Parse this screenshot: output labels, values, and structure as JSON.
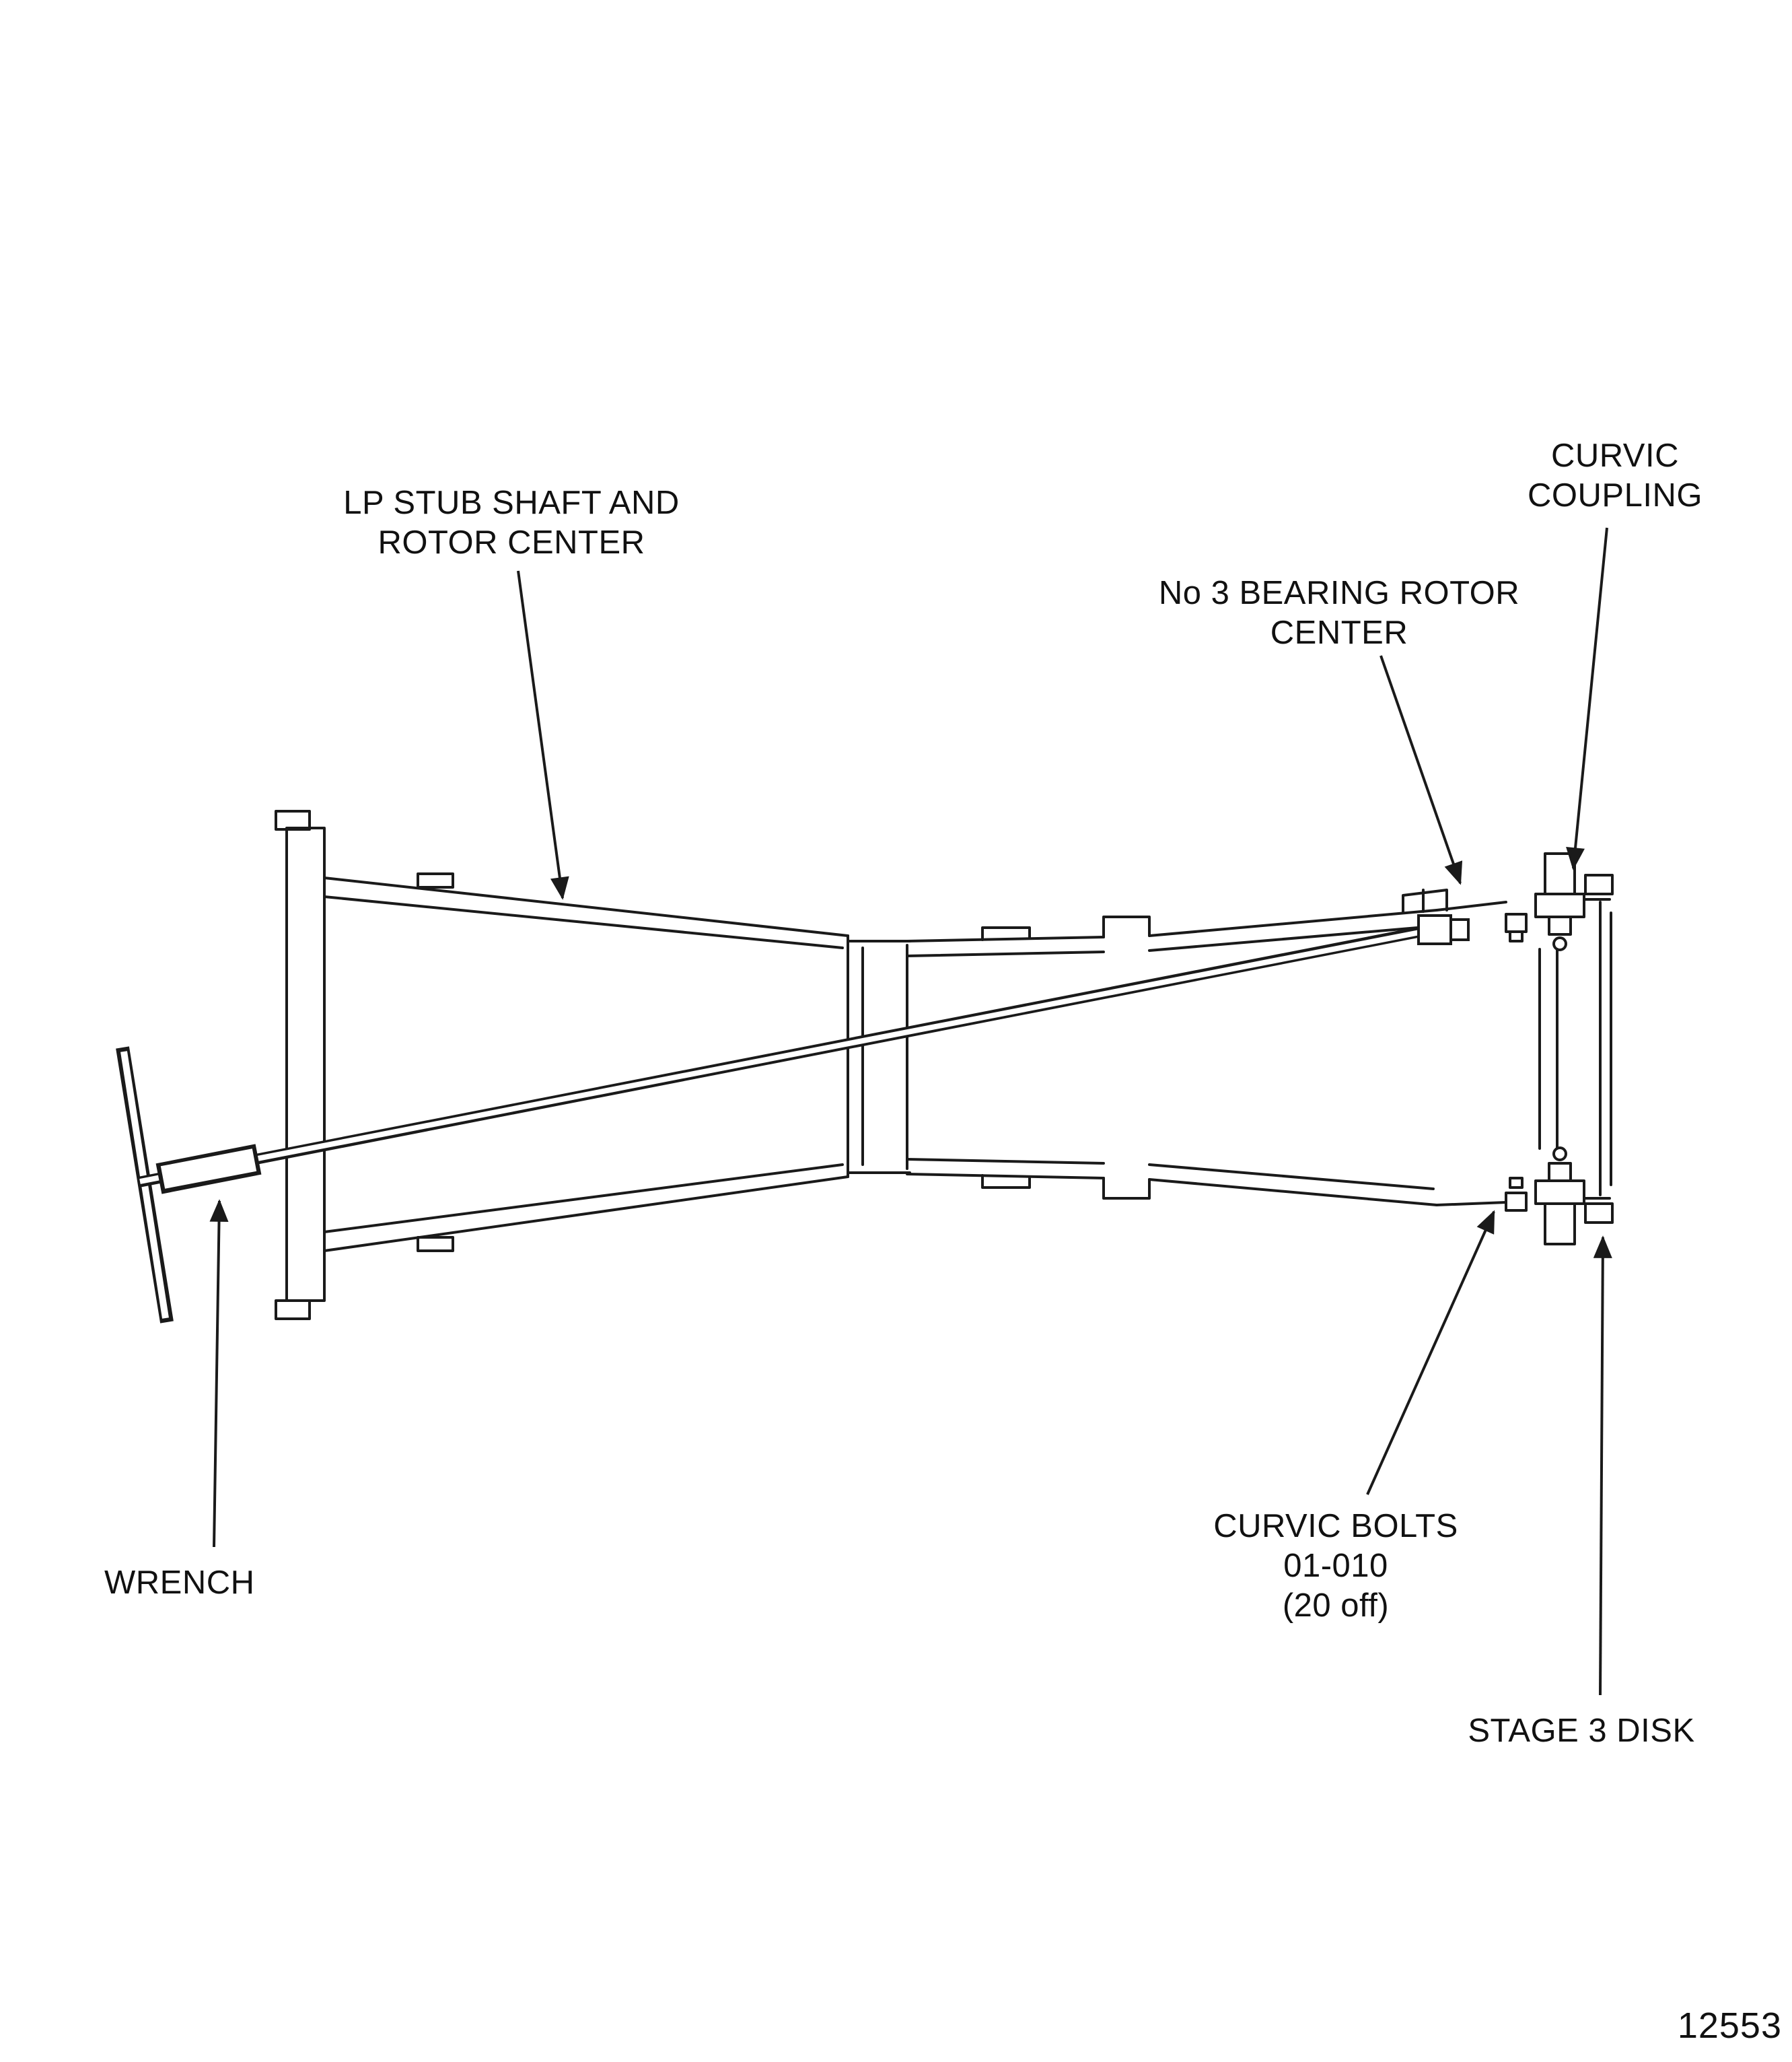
{
  "figure": {
    "number": "12553",
    "colors": {
      "ink": "#1a1a1a",
      "background": "#ffffff"
    },
    "labels": {
      "lp_stub_shaft": {
        "line1": "LP STUB SHAFT AND",
        "line2": "ROTOR CENTER"
      },
      "curvic_coupling": {
        "line1": "CURVIC",
        "line2": "COUPLING"
      },
      "no3_bearing": {
        "line1": "No 3 BEARING ROTOR",
        "line2": "CENTER"
      },
      "wrench": {
        "line1": "WRENCH"
      },
      "curvic_bolts": {
        "line1": "CURVIC BOLTS",
        "line2": "01-010",
        "line3": "(20 off)"
      },
      "stage3_disk": {
        "line1": "STAGE 3 DISK"
      }
    }
  }
}
